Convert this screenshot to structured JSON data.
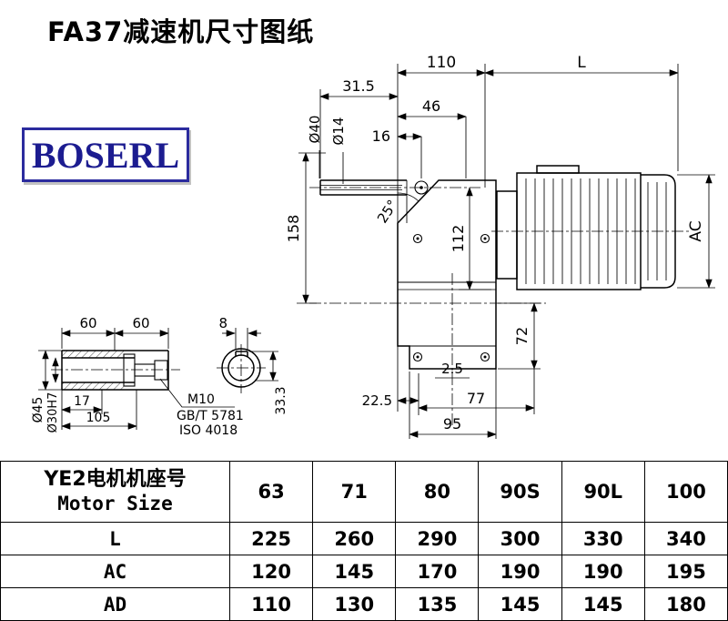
{
  "page": {
    "title": "FA37减速机尺寸图纸",
    "brand": "BOSERL"
  },
  "drawing": {
    "dims": {
      "top_110": "110",
      "top_L": "L",
      "d31_5": "31.5",
      "d46": "46",
      "d16": "16",
      "dia40": "Ø40",
      "dia14": "Ø14",
      "angle": "25°",
      "d158": "158",
      "d112": "112",
      "ac": "AC",
      "d72": "72",
      "d2_5": "2.5",
      "d22_5": "22.5",
      "d77": "77",
      "d95": "95",
      "d60_left": "60",
      "d60_right": "60",
      "d8": "8",
      "dia45": "Ø45",
      "dia30h7": "Ø30H7",
      "d17": "17",
      "d105": "105",
      "m10": "M10",
      "gbt5781": "GB/T 5781",
      "iso4018": "ISO 4018",
      "d33_3": "33.3"
    }
  },
  "table": {
    "header_cn": "YE2电机机座号",
    "header_en": "Motor Size",
    "motor_sizes": [
      "63",
      "71",
      "80",
      "90S",
      "90L",
      "100"
    ],
    "rows": [
      {
        "label": "L",
        "values": [
          "225",
          "260",
          "290",
          "300",
          "330",
          "340"
        ]
      },
      {
        "label": "AC",
        "values": [
          "120",
          "145",
          "170",
          "190",
          "190",
          "195"
        ]
      },
      {
        "label": "AD",
        "values": [
          "110",
          "130",
          "135",
          "145",
          "145",
          "180"
        ]
      }
    ]
  }
}
